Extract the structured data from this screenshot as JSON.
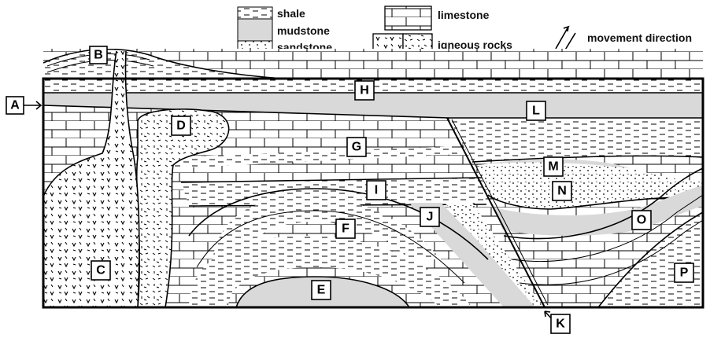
{
  "legend": {
    "shale": "shale",
    "mudstone": "mudstone",
    "sandstone": "sandstone",
    "limestone": "limestone",
    "igneous": "igneous rocks",
    "movement": "movement direction"
  },
  "labels": {
    "A": "A",
    "B": "B",
    "C": "C",
    "D": "D",
    "E": "E",
    "F": "F",
    "G": "G",
    "H": "H",
    "I": "I",
    "J": "J",
    "K": "K",
    "L": "L",
    "M": "M",
    "N": "N",
    "O": "O",
    "P": "P"
  },
  "colors": {
    "mudstone": "#d9d9d9",
    "outline": "#000000",
    "background": "#ffffff"
  }
}
